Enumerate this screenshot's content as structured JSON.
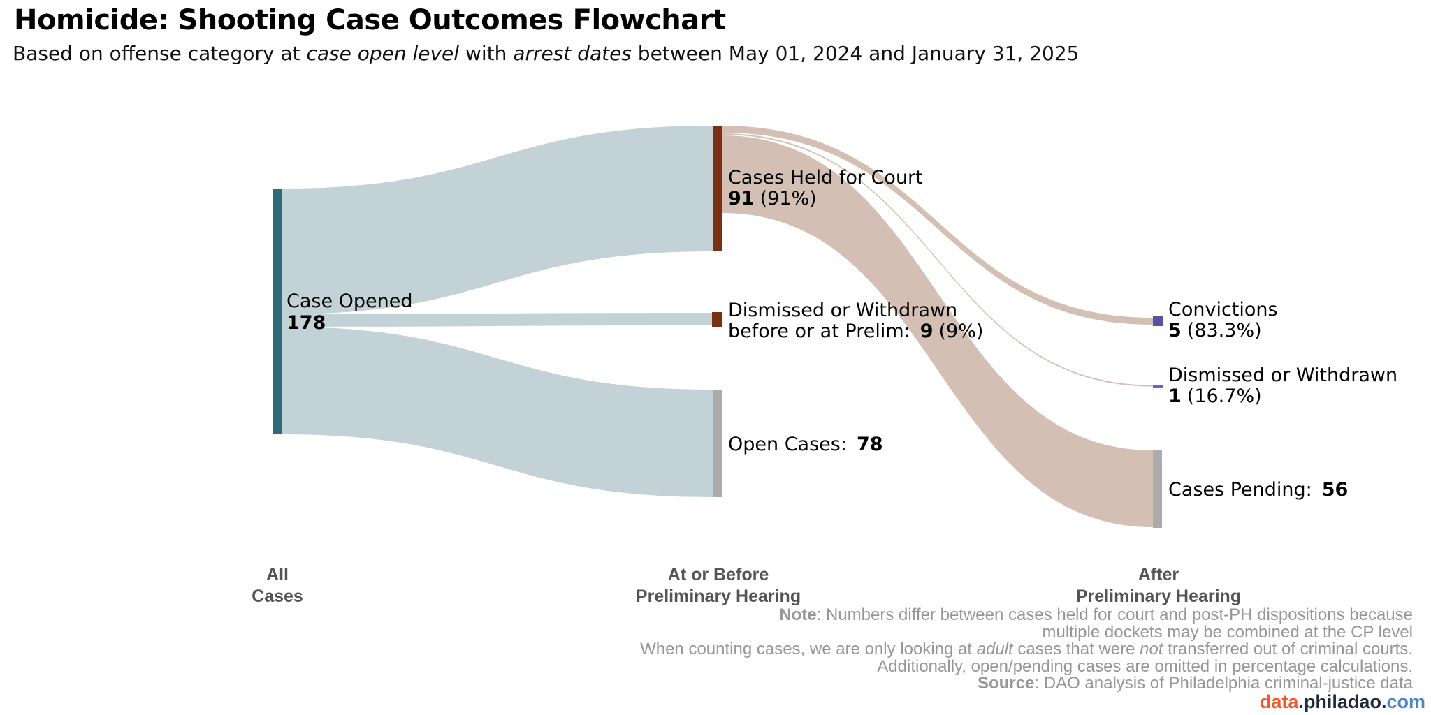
{
  "header": {
    "title": "Homicide: Shooting Case Outcomes Flowchart",
    "subtitle": {
      "p1": "Based on offense category at ",
      "i1": "case open level",
      "p2": " with ",
      "i2": "arrest dates",
      "p3": " between May 01, 2024 and January 31, 2025"
    }
  },
  "chart_data": {
    "type": "sankey",
    "unit": "cases",
    "total": 178,
    "stages": [
      {
        "line1": "All",
        "line2": "Cases"
      },
      {
        "line1": "At or Before",
        "line2": "Preliminary Hearing"
      },
      {
        "line1": "After",
        "line2": "Preliminary Hearing"
      }
    ],
    "nodes": [
      {
        "id": "case-opened",
        "stage": 0,
        "label": "Case Opened",
        "value": 178,
        "color": "#2f6a79"
      },
      {
        "id": "held-for-court",
        "stage": 1,
        "label": "Cases Held for Court",
        "value": 91,
        "pct": "(91%)",
        "color": "#7a3012"
      },
      {
        "id": "dismissed-prelim",
        "stage": 1,
        "label_line1": "Dismissed or Withdrawn",
        "label_line2": "before or at Prelim:",
        "value": 9,
        "pct": "(9%)",
        "color": "#7a3012"
      },
      {
        "id": "open-cases",
        "stage": 1,
        "label": "Open Cases:",
        "value": 78,
        "color": "#ababab"
      },
      {
        "id": "convictions",
        "stage": 2,
        "label": "Convictions",
        "value": 5,
        "pct": "(83.3%)",
        "color": "#5b50a8"
      },
      {
        "id": "dismissed-after",
        "stage": 2,
        "label": "Dismissed or Withdrawn",
        "value": 1,
        "pct": "(16.7%)",
        "color": "#6e63b5"
      },
      {
        "id": "cases-pending",
        "stage": 2,
        "label": "Cases Pending:",
        "value": 56,
        "color": "#ababab"
      }
    ],
    "links": [
      {
        "source": "case-opened",
        "target": "held-for-court",
        "value": 91,
        "color": "#c3d2d7"
      },
      {
        "source": "case-opened",
        "target": "dismissed-prelim",
        "value": 9,
        "color": "#c3d2d7"
      },
      {
        "source": "case-opened",
        "target": "open-cases",
        "value": 78,
        "color": "#c3d2d7"
      },
      {
        "source": "held-for-court",
        "target": "convictions",
        "value": 5,
        "color": "#d3bfb3"
      },
      {
        "source": "held-for-court",
        "target": "dismissed-after",
        "value": 1,
        "color": "#d3bfb3"
      },
      {
        "source": "held-for-court",
        "target": "cases-pending",
        "value": 56,
        "color": "#d3bfb3"
      }
    ],
    "legend_position": "none",
    "grid": false
  },
  "footnote": {
    "note_label": "Note",
    "line1": ": Numbers differ between cases held for court and post-PH dispositions because",
    "line2": "multiple dockets may be combined at the CP level",
    "line3_p1": "When counting cases, we are only looking at ",
    "line3_i1": "adult",
    "line3_p2": " cases that were ",
    "line3_i2": "not",
    "line3_p3": " transferred out of criminal courts.",
    "line4": "Additionally, open/pending cases are omitted in percentage calculations.",
    "source_label": "Source",
    "source_rest": ": DAO analysis of Philadelphia criminal-justice data"
  },
  "branding": {
    "data": "data",
    "dot1": ".",
    "philadao": "philadao",
    "dot2": ".",
    "com": "com",
    "colors": {
      "data": "#f0592c",
      "philadao": "#1f2a3c",
      "com": "#4a86c8"
    }
  }
}
